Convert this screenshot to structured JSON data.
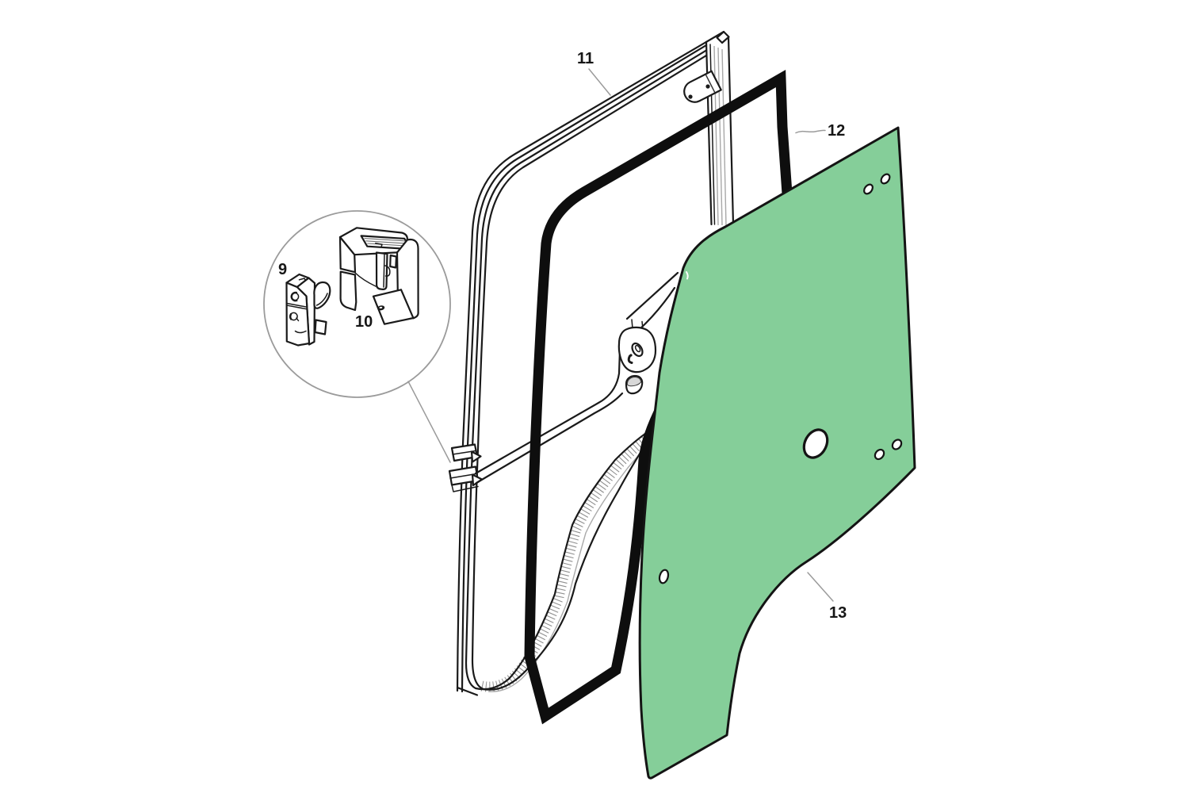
{
  "diagram": {
    "type": "exploded-parts-diagram",
    "subject": "cab door window assembly",
    "background_color": "#ffffff",
    "colors": {
      "glass_green": "#85ce99",
      "line_black": "#1a1a1a",
      "leader_gray": "#9b9b9b",
      "detail_circle_gray": "#9b9b9b",
      "hatch_gray": "#8f8f8f",
      "pad_gray": "#d8d8d8"
    },
    "labels": {
      "part9": "9",
      "part10": "10",
      "part11": "11",
      "part12": "12",
      "part13": "13"
    },
    "parts": [
      {
        "number": "9",
        "name": "glass-stop-clip (detail view)"
      },
      {
        "number": "10",
        "name": "retaining-clip (detail view)"
      },
      {
        "number": "11",
        "name": "door window frame"
      },
      {
        "number": "12",
        "name": "window rubber seal"
      },
      {
        "number": "13",
        "name": "door glass panel (green)"
      }
    ]
  }
}
